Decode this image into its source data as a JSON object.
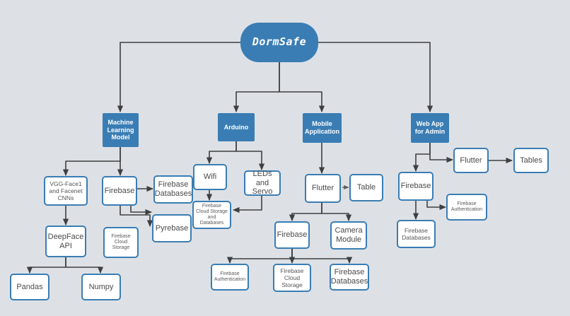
{
  "diagram": {
    "title": "DormSafe",
    "type": "hierarchy-flowchart",
    "background_color": "#dde1e6",
    "accent_color": "#3a7db4",
    "node_text_color": "#4a4a4a",
    "edge_color": "#3f3f3f"
  },
  "nodes": {
    "root": {
      "label": "DormSafe"
    },
    "ml_model": {
      "label": "Machine Learning Model"
    },
    "arduino": {
      "label": "Arduino"
    },
    "mobile_app": {
      "label": "Mobile Application"
    },
    "web_app": {
      "label": "Web App for Admin"
    },
    "vgg_cnns": {
      "label": "VGG-Face1 and Facenet CNNs"
    },
    "ml_firebase": {
      "label": "Firebase"
    },
    "firebase_databases_ml": {
      "label": "Firebase Databases"
    },
    "pyrebase": {
      "label": "Pyrebase"
    },
    "firebase_cloud_storage_ml": {
      "label": "Firebase Cloud Storage"
    },
    "deepface_api": {
      "label": "DeepFace API"
    },
    "pandas": {
      "label": "Pandas"
    },
    "numpy": {
      "label": "Numpy"
    },
    "wifi": {
      "label": "Wifi"
    },
    "leds_servo": {
      "label": "LEDs and Servo"
    },
    "firebase_cloud_storage_db_arduino": {
      "label": "Firebase Cloud Storage and Databases"
    },
    "mobile_flutter": {
      "label": "Flutter"
    },
    "mobile_table": {
      "label": "Table"
    },
    "mobile_firebase": {
      "label": "Firebase"
    },
    "camera_module": {
      "label": "Camera Module"
    },
    "firebase_auth_mobile": {
      "label": "Firebase Authentication"
    },
    "firebase_cloud_storage_mobile": {
      "label": "Firebase Cloud Storage"
    },
    "firebase_databases_mobile": {
      "label": "Firebase Databases"
    },
    "web_firebase": {
      "label": "Firebase"
    },
    "web_flutter": {
      "label": "Flutter"
    },
    "web_tables": {
      "label": "Tables"
    },
    "firebase_auth_web": {
      "label": "Firebase Authentication"
    },
    "firebase_databases_web": {
      "label": "Firebase Databases"
    }
  },
  "edges": [
    {
      "from": "root",
      "to": "ml_model"
    },
    {
      "from": "root",
      "to": "arduino"
    },
    {
      "from": "root",
      "to": "mobile_app"
    },
    {
      "from": "root",
      "to": "web_app"
    },
    {
      "from": "ml_model",
      "to": "vgg_cnns"
    },
    {
      "from": "ml_model",
      "to": "ml_firebase"
    },
    {
      "from": "vgg_cnns",
      "to": "deepface_api"
    },
    {
      "from": "deepface_api",
      "to": "pandas"
    },
    {
      "from": "deepface_api",
      "to": "numpy"
    },
    {
      "from": "ml_firebase",
      "to": "firebase_databases_ml"
    },
    {
      "from": "ml_firebase",
      "to": "pyrebase"
    },
    {
      "from": "ml_firebase",
      "to": "firebase_cloud_storage_ml"
    },
    {
      "from": "arduino",
      "to": "wifi"
    },
    {
      "from": "arduino",
      "to": "leds_servo"
    },
    {
      "from": "wifi",
      "to": "firebase_cloud_storage_db_arduino"
    },
    {
      "from": "leds_servo",
      "to": "firebase_cloud_storage_db_arduino"
    },
    {
      "from": "mobile_app",
      "to": "mobile_flutter"
    },
    {
      "from": "mobile_flutter",
      "to": "mobile_table"
    },
    {
      "from": "mobile_flutter",
      "to": "mobile_firebase"
    },
    {
      "from": "mobile_flutter",
      "to": "camera_module"
    },
    {
      "from": "mobile_firebase",
      "to": "firebase_auth_mobile"
    },
    {
      "from": "mobile_firebase",
      "to": "firebase_cloud_storage_mobile"
    },
    {
      "from": "mobile_firebase",
      "to": "firebase_databases_mobile"
    },
    {
      "from": "web_app",
      "to": "web_firebase"
    },
    {
      "from": "web_app",
      "to": "web_flutter"
    },
    {
      "from": "web_flutter",
      "to": "web_tables"
    },
    {
      "from": "web_firebase",
      "to": "firebase_auth_web"
    },
    {
      "from": "web_firebase",
      "to": "firebase_databases_web"
    }
  ]
}
